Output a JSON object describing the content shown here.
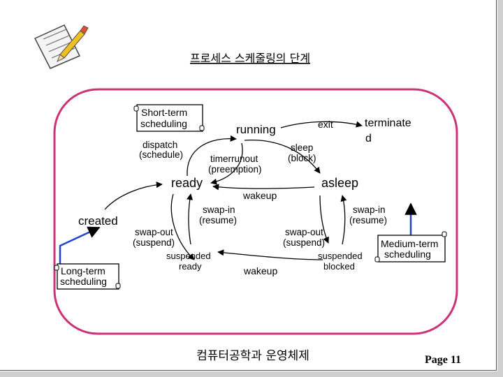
{
  "title": "프로세스 스케줄링의 단계",
  "footer": "컴퓨터공학과 운영체제",
  "page_label": "Page 11",
  "states": {
    "running": "running",
    "terminated_line1": "terminate",
    "terminated_line2": "d",
    "ready": "ready",
    "asleep": "asleep",
    "created": "created",
    "suspended_ready_line1": "suspended",
    "suspended_ready_line2": "ready",
    "suspended_blocked_line1": "suspended",
    "suspended_blocked_line2": "blocked"
  },
  "transitions": {
    "exit": "exit",
    "dispatch_line1": "dispatch",
    "dispatch_line2": "(schedule)",
    "timerrunout_line1": "timerrunout",
    "timerrunout_line2": "(preemption)",
    "sleep_line1": "sleep",
    "sleep_line2": "(block)",
    "wakeup_top": "wakeup",
    "wakeup_bottom": "wakeup",
    "swapin_left_line1": "swap-in",
    "swapin_left_line2": "(resume)",
    "swapin_right_line1": "swap-in",
    "swapin_right_line2": "(resume)",
    "swapout_left_line1": "swap-out",
    "swapout_left_line2": "(suspend)",
    "swapout_right_line1": "swap-out",
    "swapout_right_line2": "(suspend)"
  },
  "callouts": {
    "short_term_line1": "Short-term",
    "short_term_line2": "scheduling",
    "long_term_line1": "Long-term",
    "long_term_line2": "scheduling",
    "medium_term_line1": "Medium-term",
    "medium_term_line2": "scheduling"
  },
  "colors": {
    "loop_outline": "#cc3377",
    "pointer_line": "#2244cc",
    "arrow": "#000000"
  },
  "icons": {
    "note": "notepad-pencil-icon"
  }
}
